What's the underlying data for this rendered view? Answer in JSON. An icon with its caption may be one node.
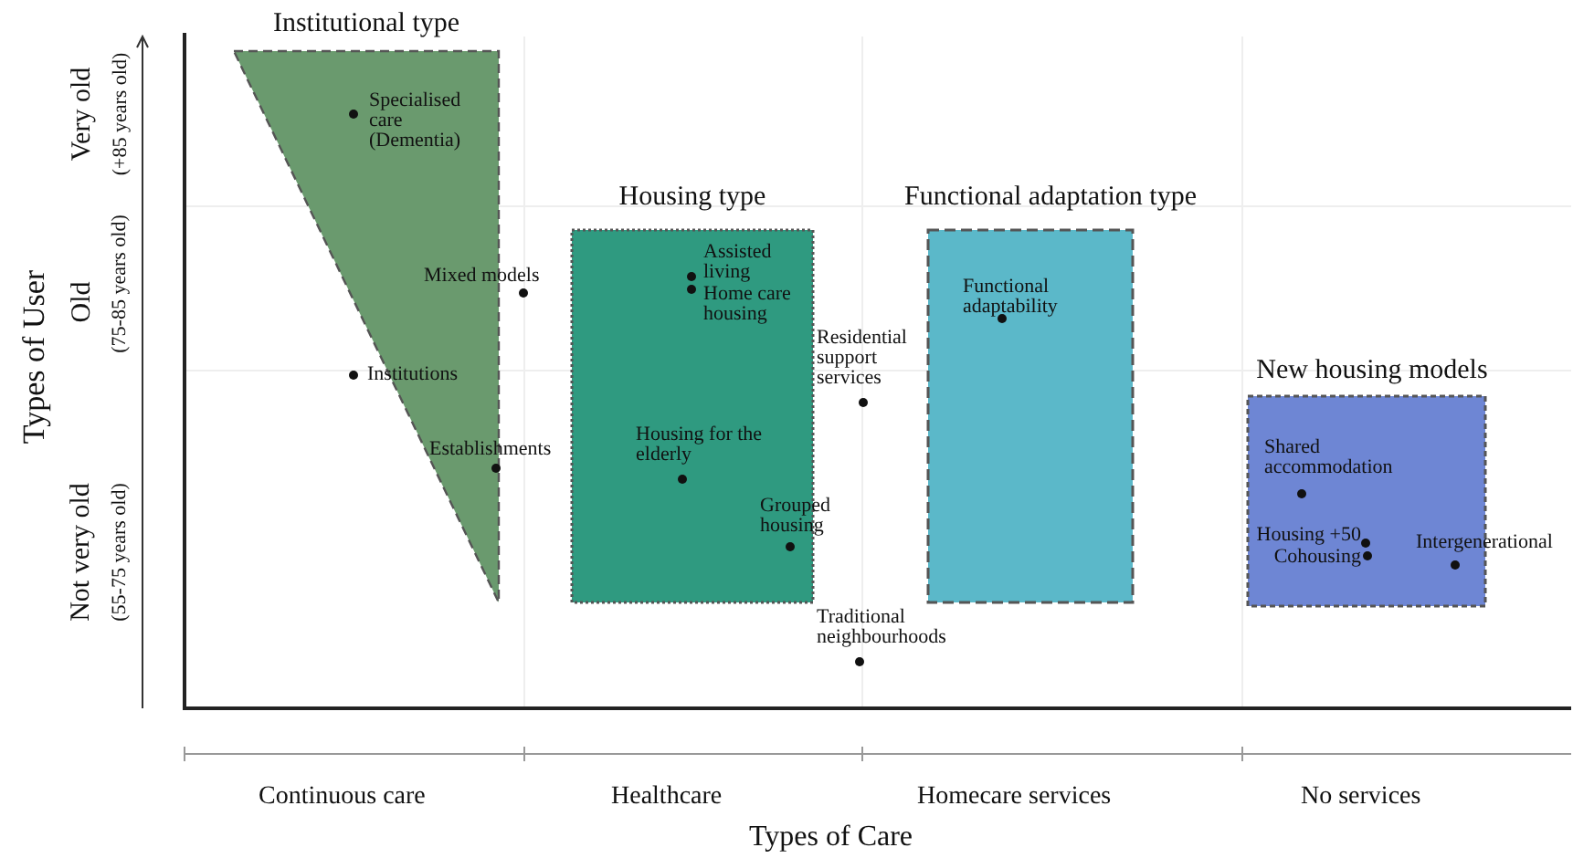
{
  "diagram": {
    "nodes": [
      {
        "text": [
          "Institutional type"
        ]
      },
      {
        "text": [
          "Specialised care (Dementia)"
        ],
        "in": 0
      },
      {
        "text": [
          "Mixed models"
        ]
      },
      {
        "text": [
          "Institutions"
        ]
      },
      {
        "text": [
          "Establishments"
        ],
        "in": 0
      },
      {
        "text": [
          "Housing type"
        ]
      },
      {
        "text": [
          "Assisted living"
        ],
        "in": 5
      },
      {
        "text": [
          "Home care housing"
        ],
        "in": 5
      },
      {
        "text": [
          "Housing for the elderly"
        ],
        "in": 5
      },
      {
        "text": [
          "Grouped housing"
        ],
        "in": 5
      },
      {
        "text": [
          "Residential support services"
        ]
      },
      {
        "text": [
          "Traditional neighbourhoods"
        ]
      },
      {
        "text": [
          "Functional adaptation type"
        ]
      },
      {
        "text": [
          "Functional adaptability"
        ],
        "in": 12
      },
      {
        "text": [
          "New housing models"
        ]
      },
      {
        "text": [
          "Shared accommodation"
        ],
        "in": 14
      },
      {
        "text": [
          "Housing +50"
        ],
        "in": 14
      },
      {
        "text": [
          "Cohousing"
        ],
        "in": 14
      },
      {
        "text": [
          "Intergenerational"
        ],
        "in": 14
      }
    ],
    "labels": [
      "Types of User",
      "Very old",
      "(+85 years old)",
      "Old",
      "(75-85 years old)",
      "Not very old",
      "(55-75 years old)",
      "Continuous care",
      "Healthcare",
      "Homecare services",
      "No services",
      "Types of Care"
    ]
  }
}
